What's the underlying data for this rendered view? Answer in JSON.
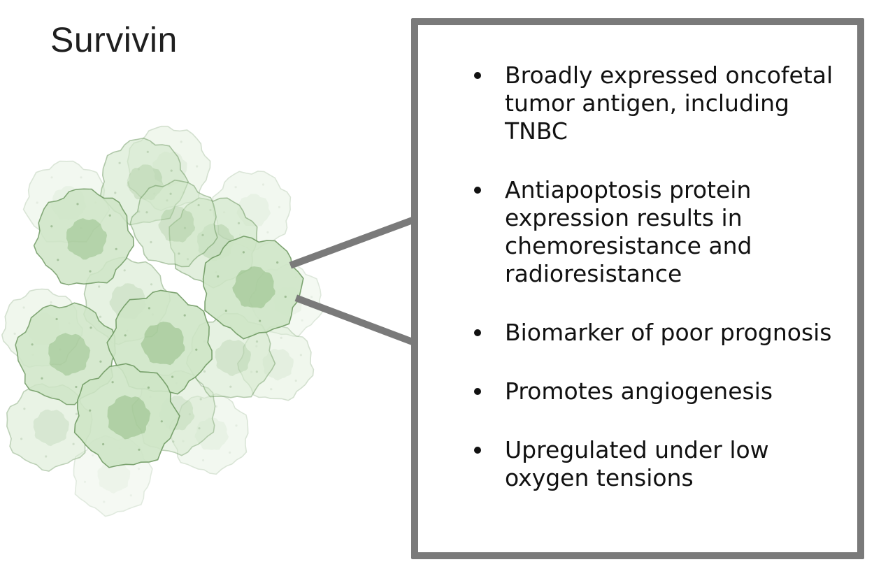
{
  "title": "Survivin",
  "colors": {
    "cell_fill": "#cfe6c7",
    "cell_stroke": "#6f9a62",
    "nucleus": "#a8cc9c",
    "connector": "#7a7a7a",
    "box_border": "#7a7a7a"
  },
  "illustration": {
    "icon": "tumor-cell-cluster-icon"
  },
  "facts": [
    {
      "text": "Broadly expressed oncofetal tumor antigen, including TNBC"
    },
    {
      "text": "Antiapoptosis protein expression results in chemoresistance and radioresistance"
    },
    {
      "text": "Biomarker of poor prognosis"
    },
    {
      "text": "Promotes angiogenesis"
    },
    {
      "text": "Upregulated under low oxygen tensions"
    }
  ]
}
